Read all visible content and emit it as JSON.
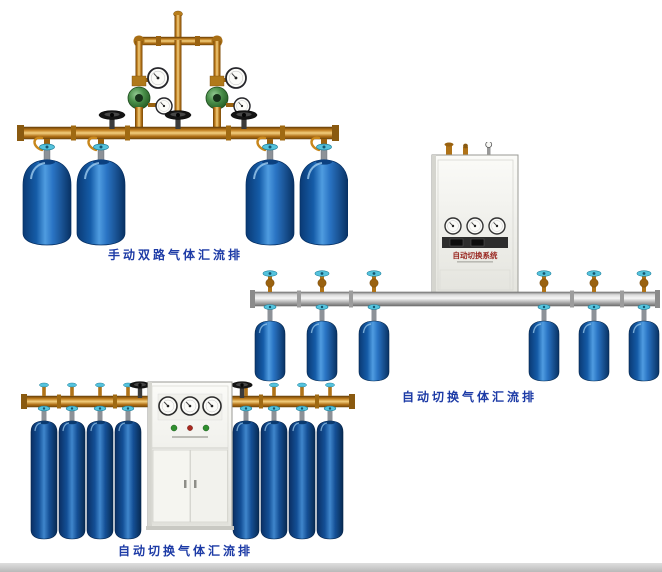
{
  "page": {
    "background": "#ffffff",
    "bottom_strip_color": "#c6c6c6"
  },
  "captions": {
    "product1": "手动双路气体汇流排",
    "product2": "自动切换气体汇流排",
    "product3": "自动切换气体汇流排"
  },
  "cabinet_label": "自动切换系统",
  "colors": {
    "caption_text": "#1d3ba6",
    "brass_pipe": "#c8861c",
    "cylinder_blue": "#1a5ca8",
    "valve_knob_cyan": "#55c3dd",
    "manifold_silver": "#c9c9c9",
    "cabinet_body": "#f0f0ea",
    "regulator_green": "#4a8f4a"
  }
}
